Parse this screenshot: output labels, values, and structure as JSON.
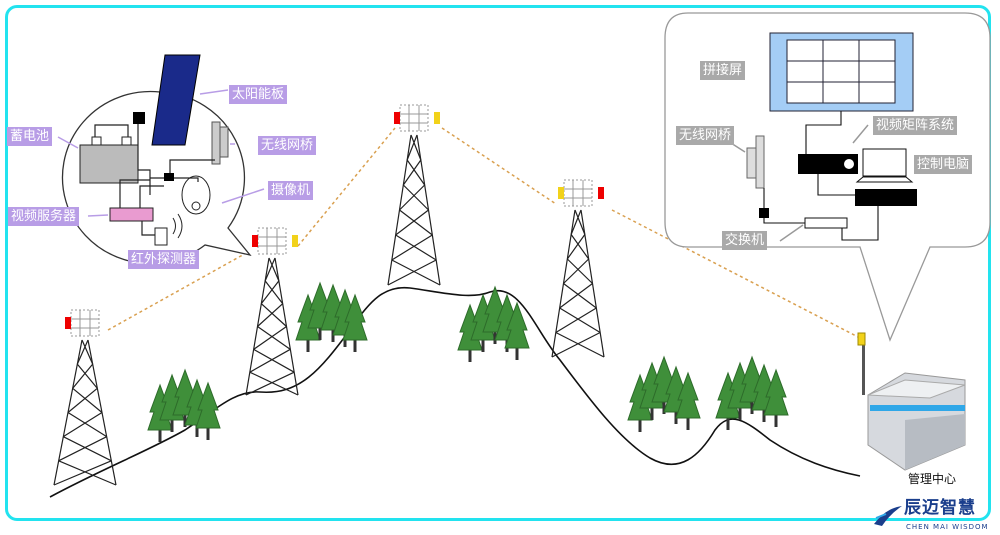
{
  "left_bubble": {
    "solar_panel": "太阳能板",
    "battery": "蓄电池",
    "wireless_bridge": "无线网桥",
    "camera": "摄像机",
    "video_server": "视频服务器",
    "infrared_detector": "红外探测器"
  },
  "right_bubble": {
    "splice_screen": "拼接屏",
    "wireless_bridge": "无线网桥",
    "video_matrix": "视频矩阵系统",
    "control_pc": "控制电脑",
    "switch": "交换机"
  },
  "management_center": "管理中心",
  "logo": {
    "name": "辰迈智慧",
    "subtitle": "CHEN MAI WISDOM"
  },
  "colors": {
    "frame": "#22e3ef",
    "label_purple": "#b89de6",
    "label_grey": "#a9a9a9",
    "link": "#d9a050",
    "tree": "#3f8f3a"
  }
}
